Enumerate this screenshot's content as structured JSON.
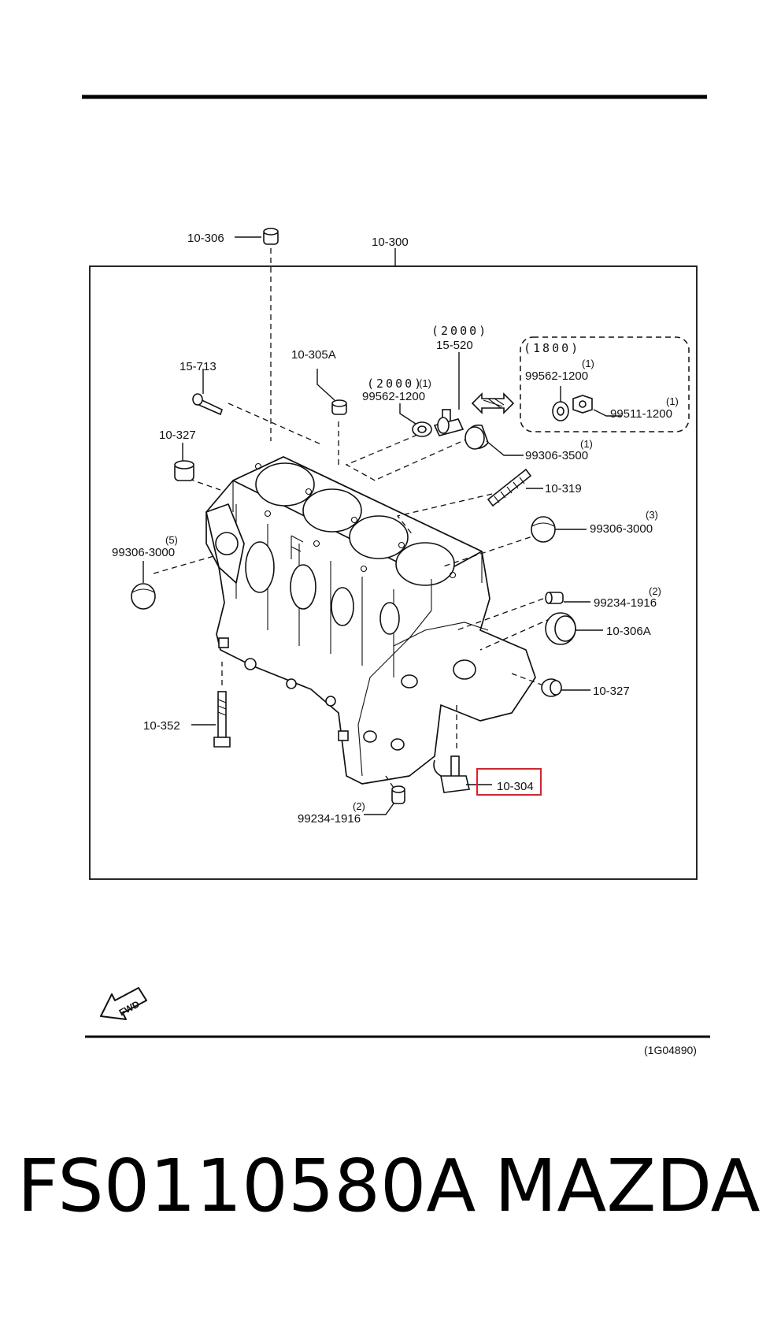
{
  "labels": {
    "l10_306_top": "10-306",
    "l10_300": "10-300",
    "l10_305a": "10-305A",
    "l15_713": "15-713",
    "l10_327_left": "10-327",
    "l2000_a": "(2000)",
    "l1_a": "(1)",
    "l99562_1200_a": "99562-1200",
    "l2000_b": "(2000)",
    "l15_520": "15-520",
    "l1800": "(1800)",
    "l1_b": "(1)",
    "l99562_1200_b": "99562-1200",
    "l1_c": "(1)",
    "l99511_1200": "99511-1200",
    "l1_d": "(1)",
    "l99306_3500": "99306-3500",
    "l10_319": "10-319",
    "l3": "(3)",
    "l99306_3000_r": "99306-3000",
    "l5": "(5)",
    "l99306_3000_l": "99306-3000",
    "l2_a": "(2)",
    "l99234_1916_r": "99234-1916",
    "l10_306a": "10-306A",
    "l10_327_right": "10-327",
    "l10_352": "10-352",
    "l10_304": "10-304",
    "l2_b": "(2)",
    "l99234_1916_b": "99234-1916",
    "fwd": "FWD",
    "ref_code": "(1G04890)"
  },
  "footer": {
    "part_number": "FS0110580A",
    "brand": "MAZDA"
  },
  "colors": {
    "highlight": "#e0202a",
    "ink": "#111111"
  }
}
